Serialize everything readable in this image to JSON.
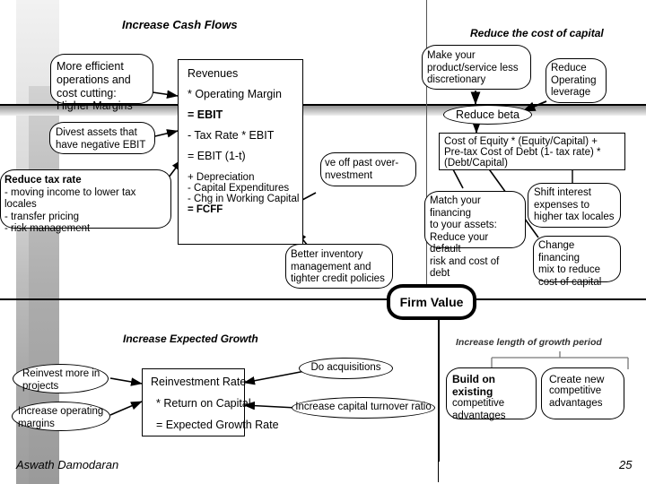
{
  "slide": {
    "footer_author": "Aswath Damodaran",
    "page_number": "25"
  },
  "headings": {
    "cash_flows": "Increase Cash Flows",
    "cost_of_capital": "Reduce the cost of capital",
    "expected_growth": "Increase Expected Growth",
    "growth_period": "Increase length of growth period"
  },
  "center_node": {
    "label": "Firm Value"
  },
  "fcff_box": {
    "lines": [
      "Revenues",
      "* Operating Margin",
      "= EBIT",
      "- Tax Rate * EBIT",
      "= EBIT (1-t)"
    ],
    "tight_lines": [
      "+ Depreciation",
      "- Capital Expenditures",
      "- Chg in Working Capital",
      "= FCFF"
    ]
  },
  "cost_of_capital_box": {
    "lines": [
      "Cost of Equity * (Equity/Capital) +",
      "Pre-tax Cost of Debt (1- tax rate) *",
      "(Debt/Capital)"
    ]
  },
  "growth_box": {
    "lines": [
      "Reinvestment Rate",
      "* Return on Capital",
      "= Expected Growth Rate"
    ]
  },
  "callouts": {
    "more_efficient": [
      "More efficient",
      "operations and",
      "cost cutting:",
      "Higher Margins"
    ],
    "divest_assets": [
      "Divest assets that",
      "have negative EBIT"
    ],
    "reduce_tax_rate": [
      "Reduce tax rate",
      " - moving income to lower tax locales",
      "- transfer pricing",
      "- risk management"
    ],
    "live_off_past": [
      "ve off past over-",
      "nvestment"
    ],
    "better_inventory": [
      "Better inventory",
      "management and",
      "tighter credit policies"
    ],
    "make_product_less_discretionary": [
      "Make your",
      "product/service less",
      "discretionary"
    ],
    "reduce_operating_leverage": [
      "Reduce",
      "Operating",
      "leverage"
    ],
    "reduce_beta": "Reduce beta",
    "match_financing": [
      "Match your financing",
      "to your assets:",
      "Reduce your default",
      "risk and cost of debt"
    ],
    "shift_interest": [
      "Shift interest",
      "expenses to",
      "higher tax locales"
    ],
    "change_financing_mix": [
      "Change financing",
      "mix to reduce",
      "cost of capital"
    ],
    "reinvest_more": [
      "Reinvest more in",
      "projects"
    ],
    "increase_operating_margins": [
      "Increase operating",
      "margins"
    ],
    "do_acquisitions": "Do acquisitions",
    "increase_turnover": "Increase capital turnover ratio",
    "build_existing": [
      "Build on existing",
      "competitive",
      "advantages"
    ],
    "create_new": [
      "Create new",
      "competitive",
      "advantages"
    ]
  },
  "colors": {
    "ink": "#000000",
    "band_light": "#e6e6e6",
    "band_dark": "#9e9e9e",
    "paper": "#ffffff"
  }
}
